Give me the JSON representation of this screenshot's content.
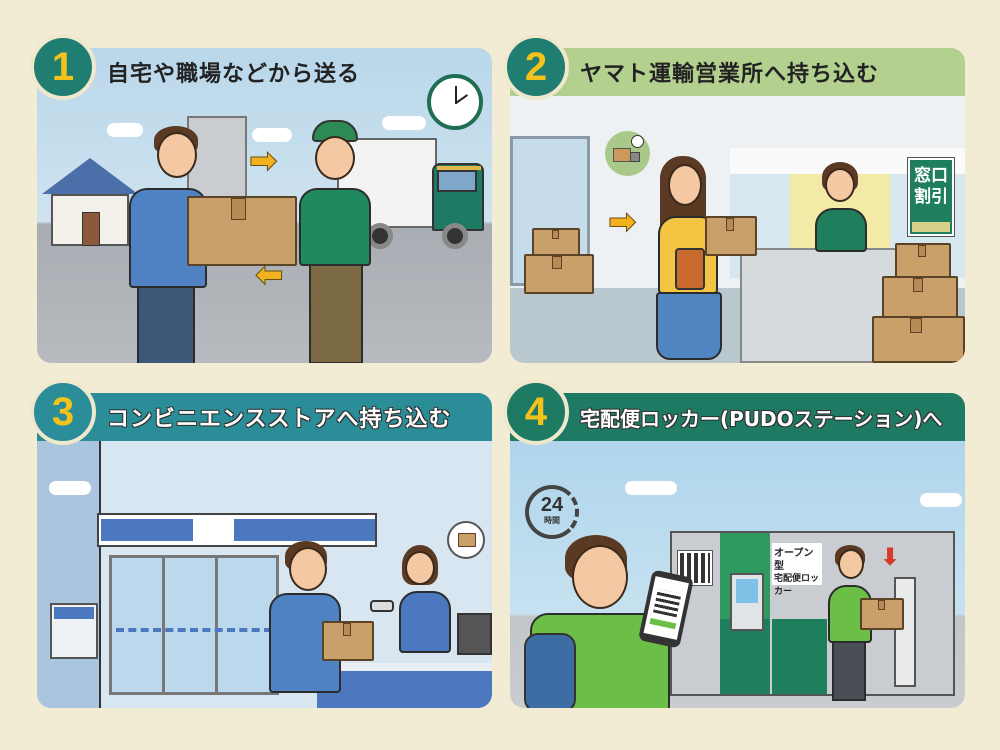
{
  "page": {
    "background_color": "#f3ecd5",
    "accent_number_color": "#f4c21b"
  },
  "panels": [
    {
      "number": "1",
      "title": "自宅や職場などから送る",
      "header_color": "transparent",
      "badge_color": "#1f7e71",
      "icons": [
        "clock-icon",
        "arrow-right-icon",
        "arrow-left-icon"
      ],
      "scene": "customer-hands-package-to-courier-with-truck"
    },
    {
      "number": "2",
      "title": "ヤマト運輸営業所へ持ち込む",
      "header_color": "#b3d08f",
      "badge_color": "#1f7e71",
      "sign": {
        "line1": "窓口",
        "line2": "割引"
      },
      "icons": [
        "truck-clock-icon",
        "arrow-right-icon"
      ],
      "scene": "woman-brings-package-to-office-counter"
    },
    {
      "number": "3",
      "title": "コンビニエンスストアへ持ち込む",
      "header_color": "#2a8d98",
      "badge_color": "#2a8d98",
      "icons": [
        "package-speech-bubble-icon",
        "barcode-scanner-icon"
      ],
      "scene": "man-brings-package-to-convenience-store"
    },
    {
      "number": "4",
      "title": "宅配便ロッカー(PUDOステーション)へ",
      "header_color": "#1f7a63",
      "badge_color": "#1f7a63",
      "badge_24h": {
        "number": "24",
        "label": "時間"
      },
      "locker_label": {
        "line1": "オープン型",
        "line2": "宅配便ロッカー"
      },
      "icons": [
        "24-hours-icon",
        "qr-code-icon",
        "smartphone-icon",
        "down-arrow-icon"
      ],
      "scene": "person-scans-qr-at-parcel-locker"
    }
  ]
}
